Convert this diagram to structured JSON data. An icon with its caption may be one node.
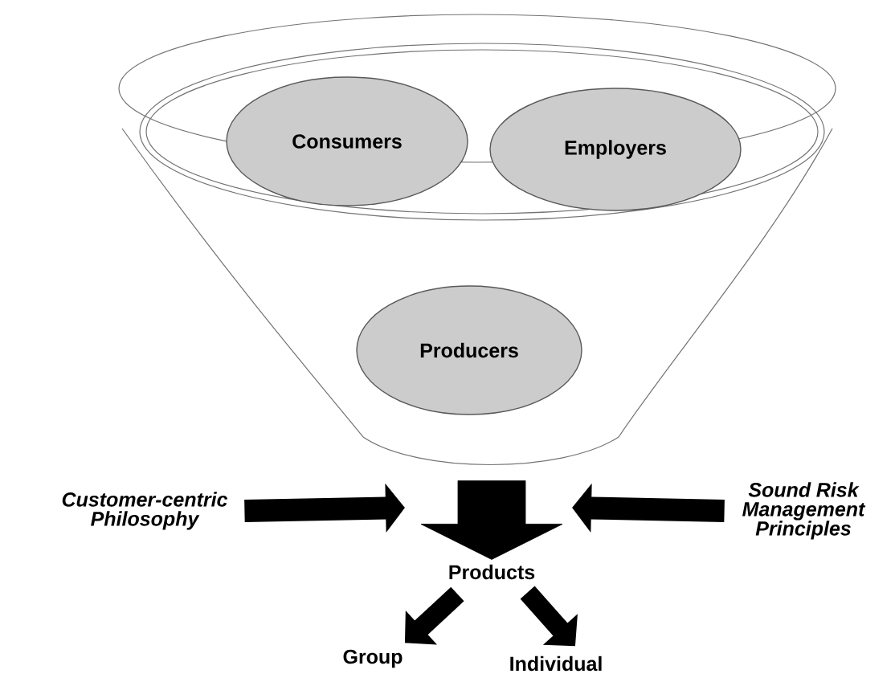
{
  "diagram": {
    "nodes": [
      {
        "text": [],
        "shape": "funnel"
      },
      {
        "text": [],
        "shape": "ellipse",
        "in": 0
      },
      {
        "text": [
          "Consumers"
        ],
        "in": 1
      },
      {
        "text": [
          "Employers"
        ],
        "in": 1
      },
      {
        "text": [
          "Producers"
        ],
        "in": 0
      },
      {
        "text": [
          "Customer-centric Philosophy"
        ]
      },
      {
        "text": [
          "Sound Risk Management Principles"
        ]
      },
      {
        "text": [
          "Products"
        ]
      },
      {
        "text": [
          "Group"
        ]
      },
      {
        "text": [
          "Individual"
        ]
      }
    ],
    "edges": [
      {
        "from": 0,
        "to": 7,
        "arrow": "to",
        "style": "thick"
      },
      {
        "from": 5,
        "to": null,
        "arrow": "to"
      },
      {
        "from": 6,
        "to": null,
        "arrow": "to"
      },
      {
        "from": 7,
        "to": 8,
        "arrow": "to"
      },
      {
        "from": 7,
        "to": 9,
        "arrow": "to"
      }
    ]
  }
}
